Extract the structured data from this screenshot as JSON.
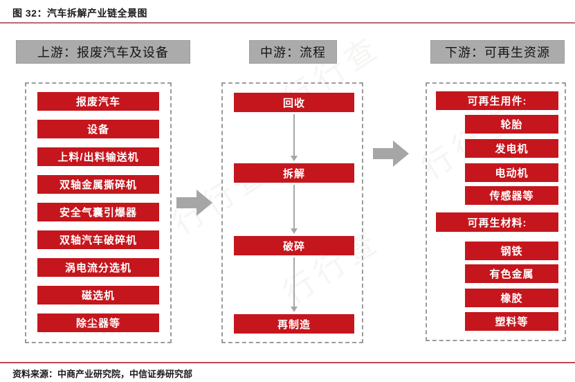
{
  "figure": {
    "title": "图 32：汽车拆解产业链全景图",
    "source": "资料来源：中商产业研究院，中信证券研究部"
  },
  "colors": {
    "box_red": "#c5161d",
    "header_gray": "#ababab",
    "arrow_gray": "#a6a6a6",
    "top_rule_red": "#c0666d",
    "bottom_rule_red": "#bf4950",
    "dashed_border_gray": "#9b9b9b"
  },
  "watermark": {
    "text": "行行查"
  },
  "columns": {
    "upstream": {
      "header": "上游：报废汽车及设备",
      "items": [
        "报废汽车",
        "设备",
        "上料/出料输送机",
        "双轴金属撕碎机",
        "安全气囊引爆器",
        "双轴汽车破碎机",
        "涡电流分选机",
        "磁选机",
        "除尘器等"
      ]
    },
    "midstream": {
      "header": "中游：流程",
      "steps": [
        "回收",
        "拆解",
        "破碎",
        "再制造"
      ]
    },
    "downstream": {
      "header": "下游：可再生资源",
      "groups": [
        {
          "label": "可再生用件:",
          "items": [
            "轮胎",
            "发电机",
            "电动机",
            "传感器等"
          ]
        },
        {
          "label": "可再生材料:",
          "items": [
            "钢铁",
            "有色金属",
            "橡胶",
            "塑料等"
          ]
        }
      ]
    }
  }
}
